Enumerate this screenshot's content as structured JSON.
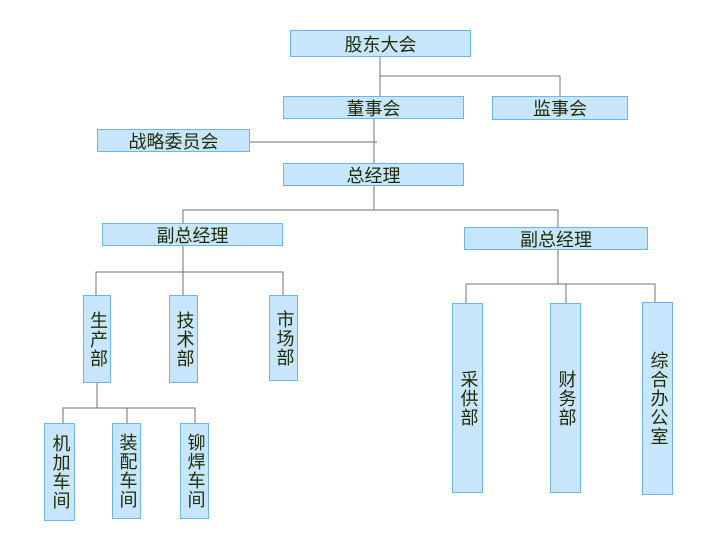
{
  "nodes": {
    "shareholders": "股东大会",
    "board": "董事会",
    "supervisors": "监事会",
    "strategy": "战略委员会",
    "gm": "总经理",
    "vp_left": "副总经理",
    "vp_right": "副总经理",
    "production": "生产部",
    "technology": "技术部",
    "marketing": "市场部",
    "machining": "机加车间",
    "assembly": "装配车间",
    "welding": "铆焊车间",
    "procurement": "采供部",
    "finance": "财务部",
    "office": "综合办公室"
  },
  "colors": {
    "box_fill": "#c7e6fb",
    "box_border": "#6cb6ee",
    "line": "#666666"
  }
}
